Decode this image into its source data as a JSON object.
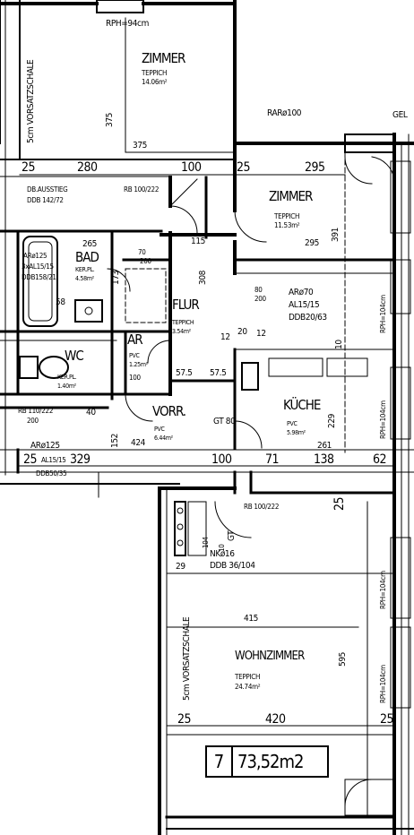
{
  "rooms": {
    "zimmer1": {
      "name": "ZIMMER",
      "floor": "TEPPICH",
      "area": "14.06m²"
    },
    "zimmer2": {
      "name": "ZIMMER",
      "floor": "TEPPICH",
      "area": "11.53m²"
    },
    "bad": {
      "name": "BAD",
      "floor": "KER.PL.",
      "area": "4.58m²"
    },
    "flur": {
      "name": "FLUR",
      "floor": "TEPPICH",
      "area": "3.54m²"
    },
    "ar": {
      "name": "AR",
      "floor": "PVC",
      "area": "1.25m²"
    },
    "wc": {
      "name": "WC",
      "floor": "KER.PL.",
      "area": "1.40m²"
    },
    "vorr": {
      "name": "VORR.",
      "floor": "PVC",
      "area": "6.44m²"
    },
    "kuche": {
      "name": "KÜCHE",
      "floor": "PVC",
      "area": "5.98m²"
    },
    "wohnzimmer": {
      "name": "WOHNZIMMER",
      "floor": "TEPPICH",
      "area": "24.74m²"
    }
  },
  "labels": {
    "rph_top": "RPH=94cm",
    "vorsatzschale_top": "5cm VORSATZSCHALE",
    "vorsatzschale_bottom": "5cm VORSATZSCHALE",
    "rar": "RARø100",
    "gel": "GEL",
    "dbausstieg": "DB.AUSSTIEG",
    "ddb142": "DDB 142/72",
    "rb100_222_top": "RB 100/222",
    "ar_bad_1": "ARø125",
    "ar_bad_2": "3xAL15/15",
    "ar_bad_3": "DDB158/21",
    "ar70_1": "ARø70",
    "ar70_2": "AL15/15",
    "ar70_3": "DDB20/63",
    "rb110": "RB 110/222",
    "ar125_bottom": "ARø125",
    "al15_bottom": "AL15/15",
    "ddb50": "DDB50/35",
    "gt80": "GT 80",
    "gt": "GT",
    "rb100_222_bottom": "RB 100/222",
    "nk16": "NKø16",
    "ddb36": "DDB 36/104",
    "rph104_1": "RPH=104cm",
    "rph104_2": "RPH=104cm",
    "rph104_3": "RPH=104cm",
    "rph104_4": "RPH=104cm"
  },
  "dims": {
    "d375a": "375",
    "d375b": "375",
    "d25a": "25",
    "d280": "280",
    "d100a": "100",
    "d25b": "25",
    "d295a": "295",
    "d295b": "295",
    "d391": "391",
    "d265": "265",
    "d173": "173",
    "d115": "115",
    "d308": "308",
    "d70_200": "70",
    "d200a": "200",
    "d80": "80",
    "d200b": "200",
    "d58": "58",
    "d575a": "57.5",
    "d575b": "57.5",
    "d12a": "12",
    "d20": "20",
    "d12b": "12",
    "d10a": "10",
    "d229": "229",
    "d261": "261",
    "d424": "424",
    "d152": "152",
    "d25c": "25",
    "d329": "329",
    "d100b": "100",
    "d71": "71",
    "d138": "138",
    "d62": "62",
    "d415": "415",
    "d595": "595",
    "d25d": "25",
    "d420": "420",
    "d25e": "25",
    "d25f": "25",
    "d29": "29",
    "d104": "104",
    "d10b": "10",
    "d90_200": "200",
    "d40": "40",
    "d100_10": "100"
  },
  "unit": {
    "number": "7",
    "area": "73,52m2"
  }
}
